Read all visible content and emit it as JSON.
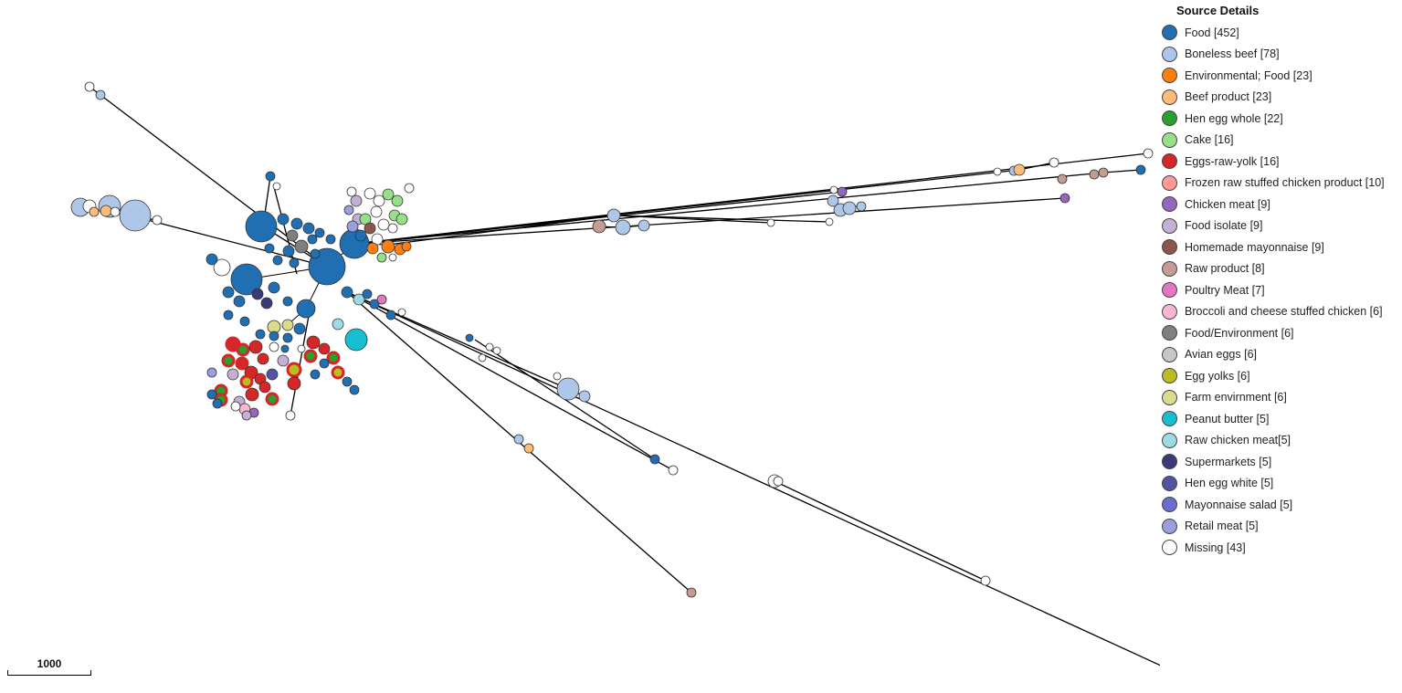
{
  "legend": {
    "title": "Source Details",
    "items": [
      {
        "label": "Food [452]",
        "color": "#1f6fb2"
      },
      {
        "label": "Boneless beef [78]",
        "color": "#aec7e8"
      },
      {
        "label": "Environmental; Food [23]",
        "color": "#ff7f0e"
      },
      {
        "label": "Beef product [23]",
        "color": "#ffbb78"
      },
      {
        "label": "Hen egg whole [22]",
        "color": "#2ca02c"
      },
      {
        "label": "Cake [16]",
        "color": "#98df8a"
      },
      {
        "label": "Eggs-raw-yolk [16]",
        "color": "#d62728"
      },
      {
        "label": "Frozen raw stuffed chicken product [10]",
        "color": "#ff9896"
      },
      {
        "label": "Chicken meat [9]",
        "color": "#9467bd"
      },
      {
        "label": "Food isolate [9]",
        "color": "#c5b0d5"
      },
      {
        "label": "Homemade mayonnaise [9]",
        "color": "#8c564b"
      },
      {
        "label": "Raw product [8]",
        "color": "#c49c94"
      },
      {
        "label": "Poultry Meat [7]",
        "color": "#e377c2"
      },
      {
        "label": "Broccoli and cheese stuffed chicken [6]",
        "color": "#f7b6d2"
      },
      {
        "label": "Food/Environment [6]",
        "color": "#7f7f7f"
      },
      {
        "label": "Avian eggs [6]",
        "color": "#c7c7c7"
      },
      {
        "label": "Egg yolks [6]",
        "color": "#bcbd22"
      },
      {
        "label": "Farm envirnment [6]",
        "color": "#dbdb8d"
      },
      {
        "label": "Peanut butter [5]",
        "color": "#17becf"
      },
      {
        "label": "Raw chicken meat[5]",
        "color": "#9edae5"
      },
      {
        "label": "Supermarkets [5]",
        "color": "#393b79"
      },
      {
        "label": "Hen egg white [5]",
        "color": "#5254a3"
      },
      {
        "label": "Mayonnaise salad [5]",
        "color": "#6b6ecf"
      },
      {
        "label": "Retail meat [5]",
        "color": "#9c9ede"
      },
      {
        "label": "Missing [43]",
        "color": "#ffffff"
      }
    ]
  },
  "scale_bar": {
    "label": "1000"
  }
}
